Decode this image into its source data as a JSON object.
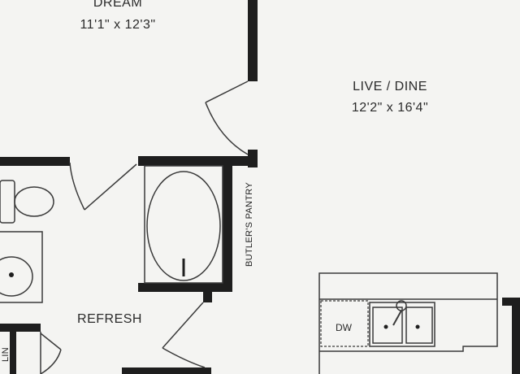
{
  "rooms": {
    "dream": {
      "name": "DREAM",
      "dimensions": "11'1\" x 12'3\""
    },
    "live_dine": {
      "name": "LIVE / DINE",
      "dimensions": "12'2\" x 16'4\""
    },
    "refresh": {
      "name": "REFRESH"
    }
  },
  "fixtures": {
    "butlers_pantry": "BUTLER'S PANTRY",
    "dishwasher": "DW",
    "linen": "LIN"
  },
  "colors": {
    "background": "#f4f4f2",
    "wall": "#1e1e1e",
    "line": "#3a3a3a"
  }
}
